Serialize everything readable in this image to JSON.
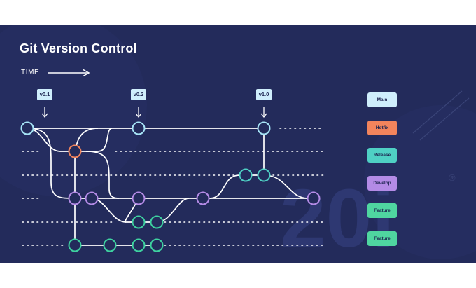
{
  "title": "Git Version Control",
  "time_label": "TIME",
  "tags": [
    "v0.1",
    "v0.2",
    "v1.0"
  ],
  "legend": [
    {
      "label": "Main",
      "color": "#cfeefc"
    },
    {
      "label": "Hotfix",
      "color": "#f2845c"
    },
    {
      "label": "Release",
      "color": "#4fd0c4"
    },
    {
      "label": "Develop",
      "color": "#b48be6"
    },
    {
      "label": "Feature",
      "color": "#4fd6a0"
    },
    {
      "label": "Feature",
      "color": "#4fd6a0"
    }
  ],
  "colors": {
    "background": "#232b5b",
    "line": "#ffffff",
    "main": "#a6e4f6",
    "hotfix": "#f2845c",
    "release": "#4fd0c4",
    "develop": "#b48be6",
    "feature": "#3ed2a0"
  },
  "watermark": "20i",
  "watermark_mark": "®"
}
